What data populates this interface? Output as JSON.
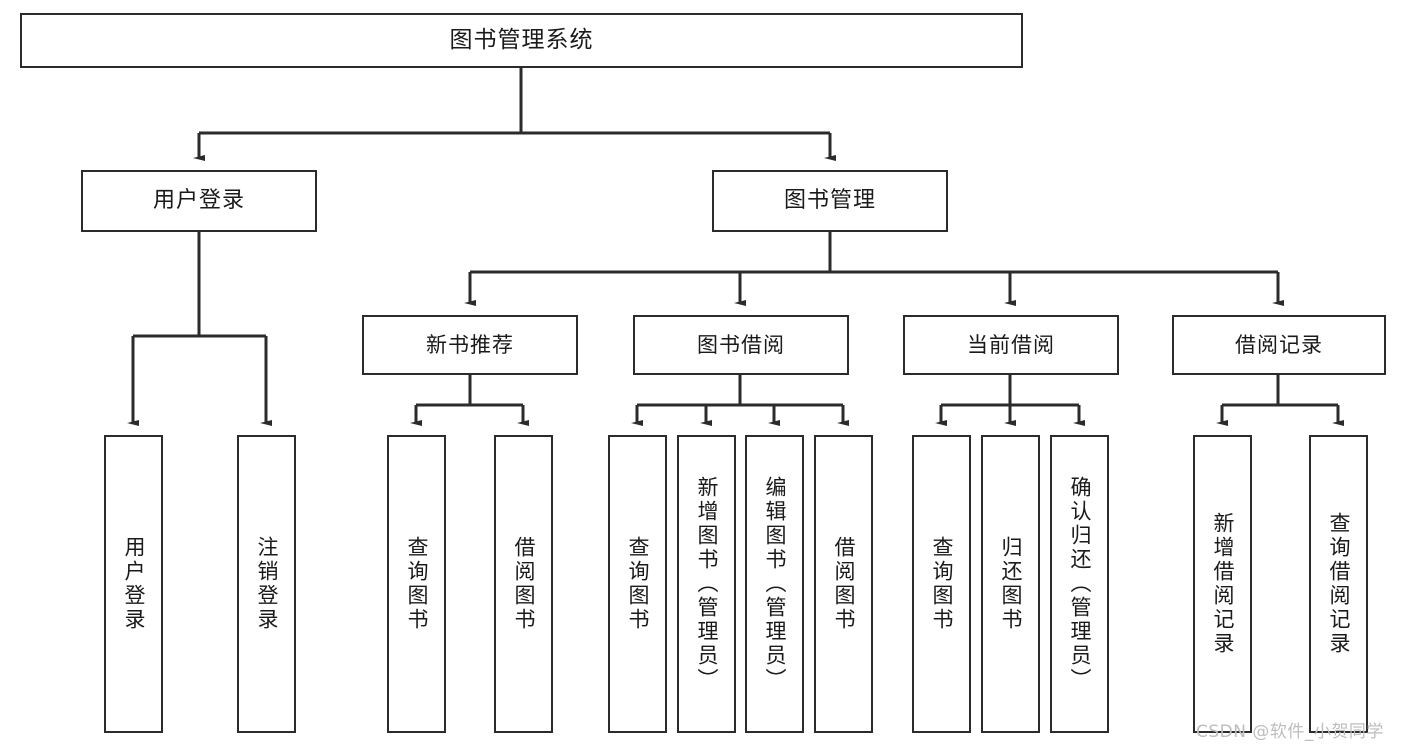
{
  "diagram": {
    "title": "图书管理系统",
    "type": "tree-hierarchy-diagram",
    "colors": {
      "stroke": "#2b2b2b",
      "fill": "#ffffff",
      "text": "#1a1a1a",
      "watermark": "#bdbdbd"
    },
    "root": {
      "label": "图书管理系统"
    },
    "level2": [
      {
        "label": "用户登录"
      },
      {
        "label": "图书管理"
      }
    ],
    "level3": [
      {
        "label": "新书推荐"
      },
      {
        "label": "图书借阅"
      },
      {
        "label": "当前借阅"
      },
      {
        "label": "借阅记录"
      }
    ],
    "leaves": {
      "user_login": [
        {
          "label": "用户登录"
        },
        {
          "label": "注销登录"
        }
      ],
      "new_book_recommend": [
        {
          "label": "查询图书"
        },
        {
          "label": "借阅图书"
        }
      ],
      "book_borrow": [
        {
          "label": "查询图书"
        },
        {
          "label": "新增图书（管理员）"
        },
        {
          "label": "编辑图书（管理员）"
        },
        {
          "label": "借阅图书"
        }
      ],
      "current_borrow": [
        {
          "label": "查询图书"
        },
        {
          "label": "归还图书"
        },
        {
          "label": "确认归还（管理员）"
        }
      ],
      "borrow_record": [
        {
          "label": "新增借阅记录"
        },
        {
          "label": "查询借阅记录"
        }
      ]
    },
    "watermark": "CSDN @软件_小贺同学"
  }
}
